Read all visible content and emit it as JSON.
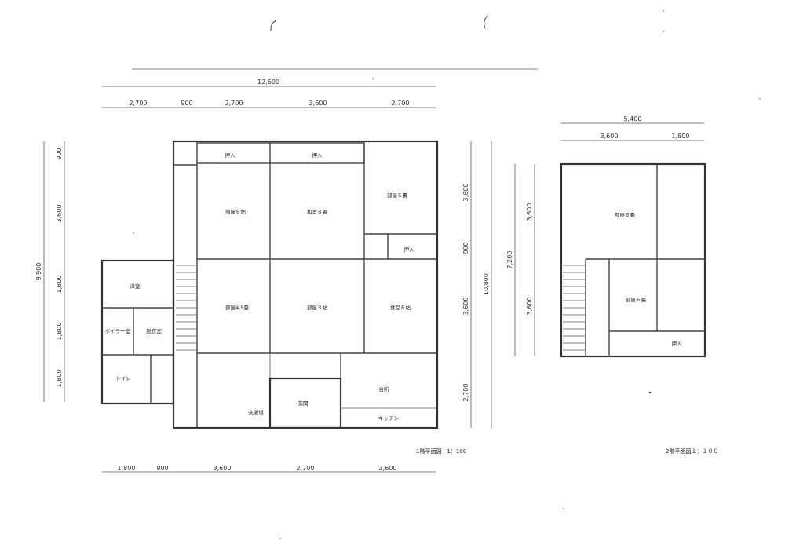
{
  "floor1": {
    "title": "1階平面図　1：100",
    "dims_top_total": "12,600",
    "dims_top": [
      "2,700",
      "900",
      "2,700",
      "3,600",
      "2,700"
    ],
    "dims_bottom": [
      "1,800",
      "900",
      "3,600",
      "2,700",
      "3,600"
    ],
    "dims_left_total": "9,900",
    "dims_left": [
      "900",
      "3,600",
      "1,800",
      "1,800",
      "1,800"
    ],
    "dims_right_total": "10,800",
    "dims_right": [
      "3,600",
      "900",
      "3,600",
      "2,700"
    ],
    "rooms": {
      "oshiire1": "押入",
      "oshiire2": "押入",
      "oshiire3": "押入",
      "washitsu6": "部屋６帖",
      "washitsu8": "和室８畳",
      "room6_right": "部屋６畳",
      "yoshitsu": "洋室",
      "room45": "部屋4.5畳",
      "room8_center": "部屋８帖",
      "dining6": "食堂６帖",
      "boiler": "ボイラー室",
      "datsui": "脱衣室",
      "toilet": "トイレ",
      "sentaku": "洗濯場",
      "genkan": "玄関",
      "daidokoro": "台所",
      "kitchen": "キッチン"
    }
  },
  "floor2": {
    "title": "2階平面図１：１００",
    "dims_top_total": "5,400",
    "dims_top": [
      "3,600",
      "1,800"
    ],
    "dims_left_total": "7,200",
    "dims_left": [
      "3,600",
      "3,600"
    ],
    "rooms": {
      "room6_upper": "部屋６畳",
      "room6_lower": "部屋６畳",
      "oshiire": "押入"
    }
  }
}
